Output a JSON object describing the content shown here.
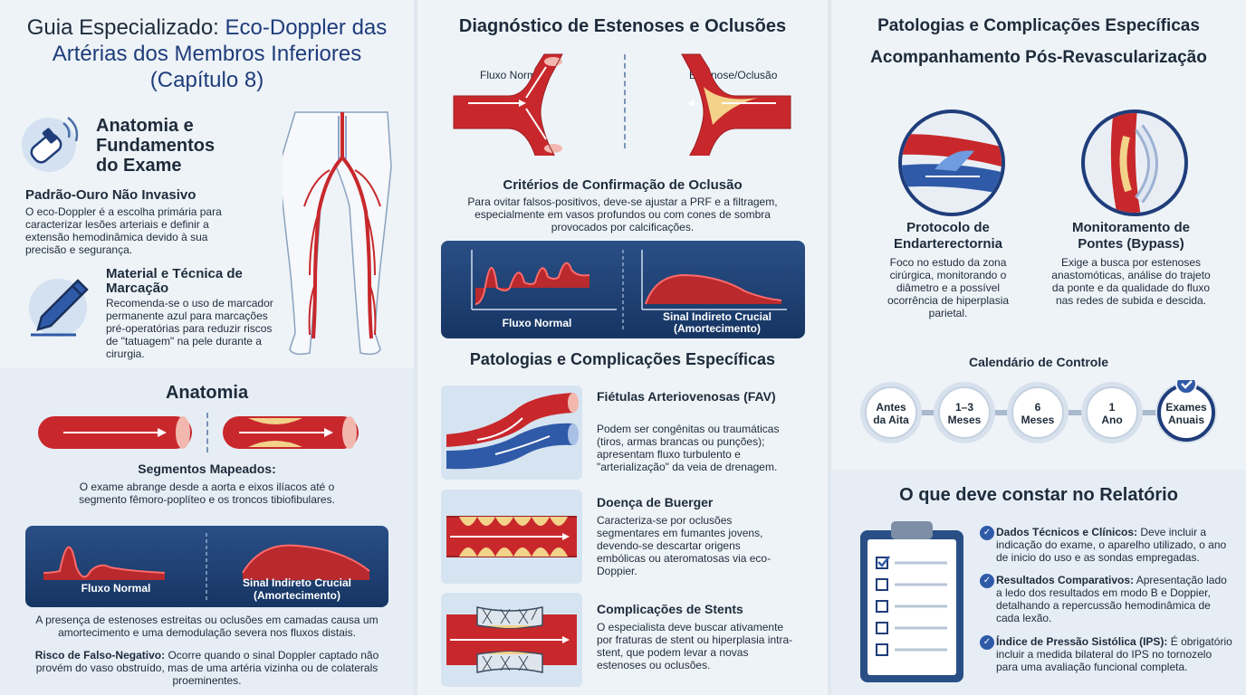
{
  "col1": {
    "title_part1": "Guia Especializado: ",
    "title_part2": "Eco-Doppler das Artérias dos Membros Inferiores (Capítulo 8)",
    "section1_title": "Anatomia e Fundamentos do Exame",
    "gold_title": "Padrão-Ouro Não Invasivo",
    "gold_text": "O eco-Doppler é a escolha primária para caracterizar lesões arteriais e definir a extensão hemodinâmica devido à sua precisão e segurança.",
    "marker_title": "Material e Técnica de Marcação",
    "marker_text": "Recomenda-se o uso de marcador permanente azul para marcações pré-operatórias para reduzir riscos de \"tatuagem\" na pele durante a cirurgia.",
    "anatomy_title": "Anatomia",
    "segments_title": "Segmentos Mapeados:",
    "segments_text": "O exame abrange desde a aorta e eixos ilíacos até o segmento fêmoro-poplíteo e os troncos tibiofibulares.",
    "wave_normal": "Fluxo Normal",
    "wave_indirect_1": "Sinal Indireto Crucial",
    "wave_indirect_2": "(Amortecimento)",
    "stenosis_text": "A presença de estenoses estreitas ou oclusões em camadas causa um amortecimento e uma demodulação severa nos fluxos distais.",
    "false_neg_label": "Risco de Falso-Negativo:",
    "false_neg_text": " Ocorre quando o sinal Doppler captado não provém do vaso obstruído, mas de uma artéria vizinha ou de colaterals proeminentes."
  },
  "col2": {
    "title": "Diagnóstico de Estenoses e Oclusões",
    "flow_normal": "Fluxo Normal",
    "flow_stenosis": "Estenose/Oclusão",
    "criteria_title": "Critérios de Confirmação de Oclusão",
    "criteria_text": "Para ovitar falsos-positivos, deve-se ajustar a PRF e a filtragem, especialmente em vasos profundos ou com cones de sombra provocados por calcificações.",
    "wave_normal": "Fluxo Normal",
    "wave_indirect_1": "Sinal Indireto Crucial",
    "wave_indirect_2": "(Amortecimento)",
    "patho_title": "Patologias e Complicações Específicas",
    "items": [
      {
        "title": "Fiétulas Arteriovenosas (FAV)",
        "text": "Podem ser congênitas ou traumáticas (tiros, armas brancas ou punções); apresentam fluxo turbulento e \"arterialização\" da veia de drenagem."
      },
      {
        "title": "Doença de Buerger",
        "text": "Caracteriza-se por oclusões segmentares em fumantes jovens, devendo-se descartar origens embólicas ou ateromatosas via eco-Doppier."
      },
      {
        "title": "Complicações de Stents",
        "text": "O especialista deve buscar ativamente por fraturas de stent ou hiperplasia intra-stent, que podem levar a novas estenoses ou oclusões."
      }
    ]
  },
  "col3": {
    "title": "Patologias e Complicações Específicas",
    "subtitle": "Acompanhamento Pós-Revascularização",
    "endart_title": "Protocolo de Endarterectornia",
    "endart_text": "Foco no estudo da zona cirúrgica, monitorando o diâmetro e a possível ocorrência de hiperplasia parietal.",
    "bypass_title": "Monitoramento de Pontes (Bypass)",
    "bypass_text": "Exige a busca por estenoses anastomóticas, análise do trajeto da ponte e da qualidade do fluxo nas redes de subida e descida.",
    "calendar_title": "Calendário de Controle",
    "steps": [
      {
        "l1": "Antes",
        "l2": "da Aita"
      },
      {
        "l1": "1–3",
        "l2": "Meses"
      },
      {
        "l1": "6",
        "l2": "Meses"
      },
      {
        "l1": "1",
        "l2": "Ano"
      },
      {
        "l1": "Exames",
        "l2": "Anuais"
      }
    ],
    "report_title": "O que deve constar no Relatório",
    "report": [
      {
        "label": "Dados Técnicos e Clínicos:",
        "text": " Deve incluir a indicação do exame, o aparelho utilizado, o ano de inicio do uso e as sondas empregadas."
      },
      {
        "label": "Resultados Comparativos:",
        "text": " Apresentação lado a ledo dos resultados em modo B e Doppier, detalhando a repercussão hemodinâmica de cada lexão."
      },
      {
        "label": "Índice de Pressão Sistólica (IPS):",
        "text": " É obrigatório incluir a medida bilateral do IPS no tornozelo para uma avaliação funcional completa."
      }
    ]
  },
  "colors": {
    "navy": "#1f3d7a",
    "red": "#c8282c",
    "blue": "#2f5aa8",
    "bg": "#eef3f8"
  }
}
